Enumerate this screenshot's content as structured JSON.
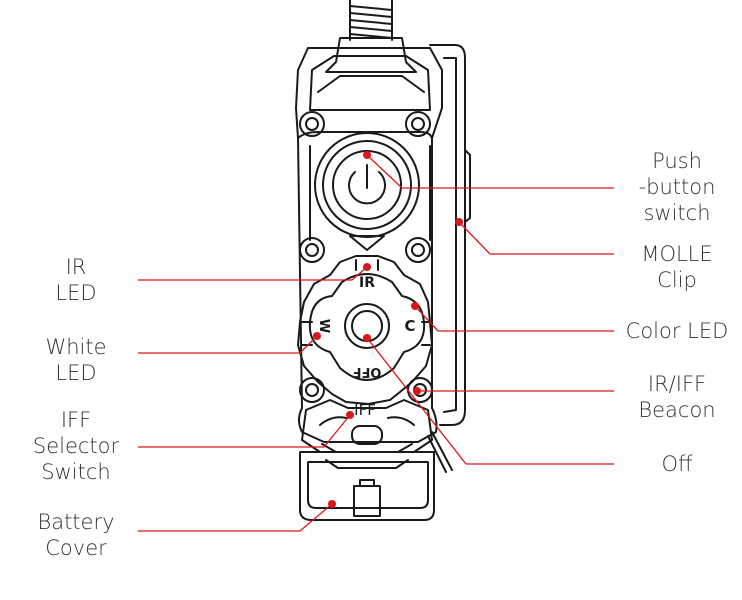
{
  "labels": {
    "push_button_switch": "Push\n-button\nswitch",
    "molle_clip": "MOLLE\nClip",
    "color_led": "Color LED",
    "ir_iff_beacon": "IR/IFF\nBeacon",
    "off": "Off",
    "ir_led": "IR\nLED",
    "white_led": "White\nLED",
    "iff_selector_switch": "IFF\nSelector\nSwitch",
    "battery_cover": "Battery\nCover"
  },
  "device_markings": {
    "ir": "IR",
    "color": "C",
    "white": "W",
    "off": "OFF",
    "iff": "IFF"
  },
  "colors": {
    "callout": "#d9171a",
    "outline": "#1a1a1a",
    "text": "#333333"
  }
}
